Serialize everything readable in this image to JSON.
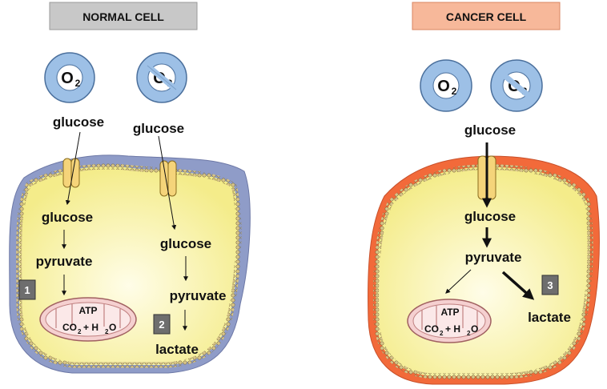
{
  "normal_cell": {
    "title": "NORMAL CELL",
    "title_bg": "#c8c8c8",
    "oxygen_present": {
      "o": "O",
      "sub": "2"
    },
    "oxygen_absent": {
      "o": "O",
      "sub": "2"
    },
    "glucose_outside_1": "glucose",
    "glucose_outside_2": "glucose",
    "pathway_aerobic": {
      "glucose": "glucose",
      "pyruvate": "pyruvate",
      "step": "1"
    },
    "pathway_anaerobic": {
      "glucose": "glucose",
      "pyruvate": "pyruvate",
      "lactate": "lactate",
      "step": "2"
    },
    "mitochondrion": {
      "atp": "ATP",
      "co2": "CO",
      "co2_sub": "2",
      "plus": "+ H",
      "h2o_sub": "2",
      "o": "O"
    },
    "membrane_color": "#8f9cc8"
  },
  "cancer_cell": {
    "title": "CANCER CELL",
    "title_bg": "#f7b89a",
    "oxygen_present": {
      "o": "O",
      "sub": "2"
    },
    "oxygen_absent": {
      "o": "O",
      "sub": "2"
    },
    "glucose_outside": "glucose",
    "pathway": {
      "glucose": "glucose",
      "pyruvate": "pyruvate",
      "lactate": "lactate",
      "step": "3"
    },
    "mitochondrion": {
      "atp": "ATP",
      "co2": "CO",
      "co2_sub": "2",
      "plus": "+ H",
      "h2o_sub": "2",
      "o": "O"
    },
    "membrane_color": "#f26a3a"
  },
  "colors": {
    "cytoplasm": "#fbf5a8",
    "o2_ring": "#9dc0e6",
    "step_box": "#6e6e6e",
    "mito_fill": "#f5d0d0"
  }
}
